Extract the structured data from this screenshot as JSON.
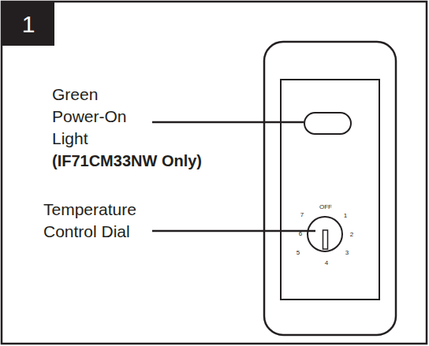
{
  "diagram": {
    "nodes": [
      {
        "text": [
          "1"
        ]
      }
    ],
    "labels": [
      "Green Power-On Light",
      "(IF71CM33NW Only)",
      "Temperature Control Dial",
      "OFF",
      "1",
      "2",
      "3",
      "4",
      "5",
      "6",
      "7"
    ]
  }
}
